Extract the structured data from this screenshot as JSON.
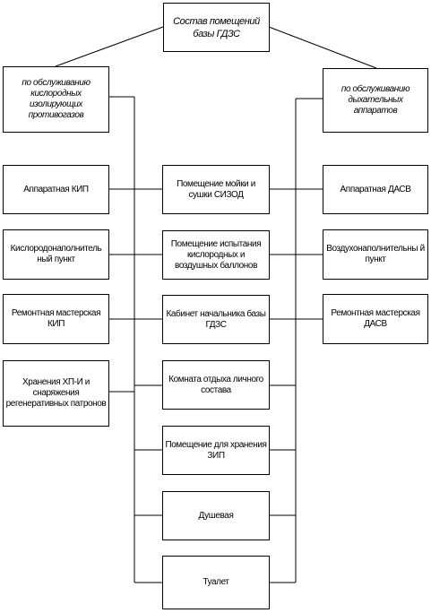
{
  "diagram": {
    "title": "Состав помещений базы ГДЗС",
    "left_group": "по обслуживанию кислородных изолирующих противогазов",
    "right_group": "по обслуживанию дыхательных аппаратов",
    "center": [
      "Помещение мойки и сушки СИЗОД",
      "Помещение испытания кислородных и воздушных баллонов",
      "Кабинет начальника базы ГДЗС",
      "Комната отдыха личного состава",
      "Помещение для хранения ЗИП",
      "Душевая",
      "Туалет"
    ],
    "left": [
      "Аппаратная КИП",
      "Кислородонаполнитель ный пункт",
      "Ремонтная мастерская КИП",
      "Хранения ХП-И и снаряжения регенеративных патронов"
    ],
    "right": [
      "Аппаратная ДАСВ",
      "Воздухонаполнительны й пункт",
      "Ремонтная мастерская ДАСВ"
    ]
  }
}
